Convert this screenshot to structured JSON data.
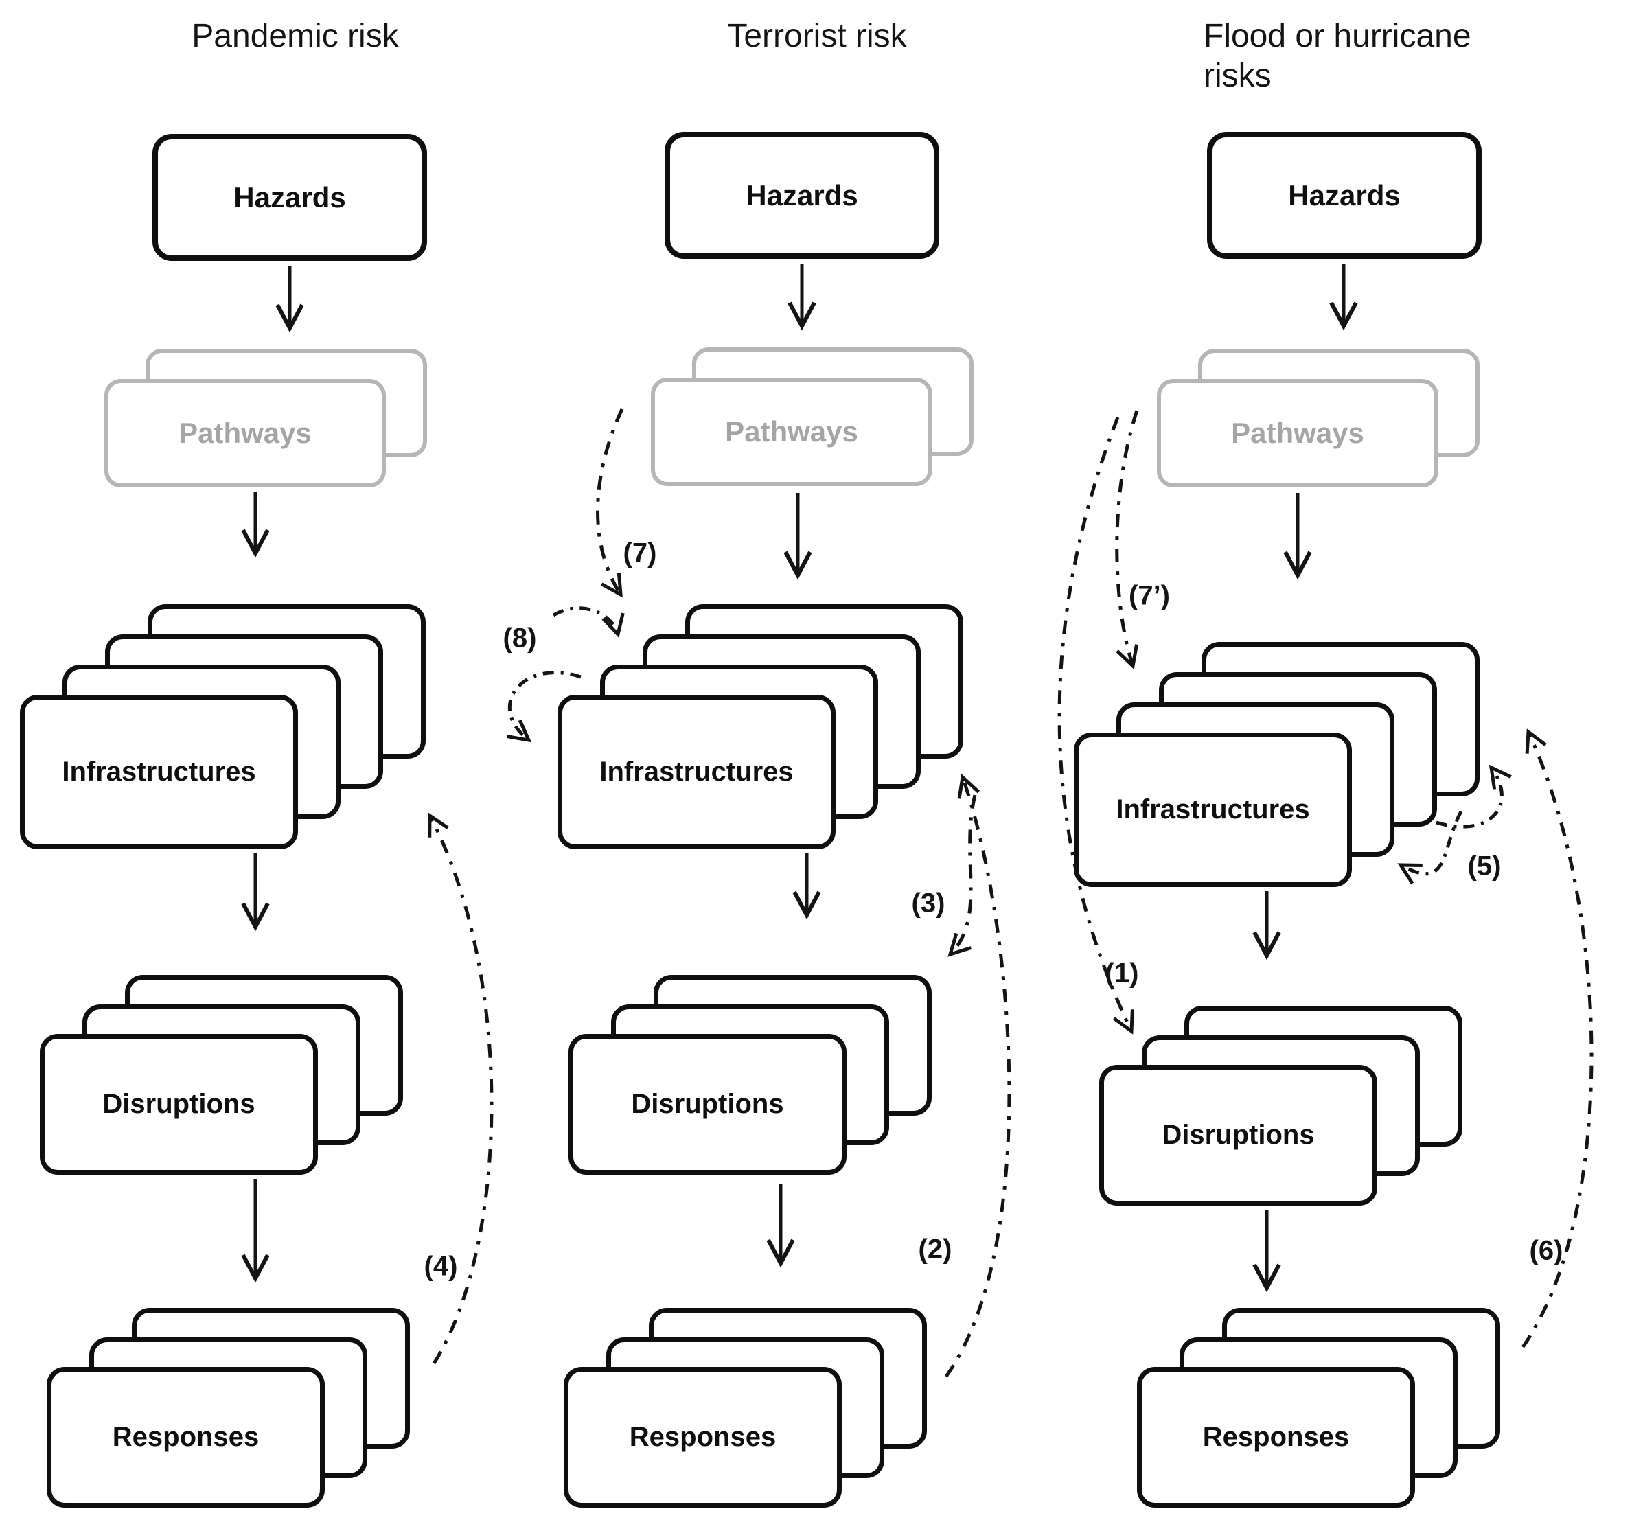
{
  "columns": [
    {
      "title": "Pandemic risk",
      "boxes": {
        "hazards": "Hazards",
        "pathways": "Pathways",
        "infrastructures": "Infrastructures",
        "disruptions": "Disruptions",
        "responses": "Responses"
      }
    },
    {
      "title": "Terrorist risk",
      "boxes": {
        "hazards": "Hazards",
        "pathways": "Pathways",
        "infrastructures": "Infrastructures",
        "disruptions": "Disruptions",
        "responses": "Responses"
      }
    },
    {
      "title": "Flood or hurricane risks",
      "boxes": {
        "hazards": "Hazards",
        "pathways": "Pathways",
        "infrastructures": "Infrastructures",
        "disruptions": "Disruptions",
        "responses": "Responses"
      }
    }
  ],
  "flow_labels": {
    "n1": "(1)",
    "n2": "(2)",
    "n3": "(3)",
    "n4": "(4)",
    "n5": "(5)",
    "n6": "(6)",
    "n7": "(7)",
    "n7p": "(7’)",
    "n8": "(8)"
  },
  "colors": {
    "box_border": "#0f0f0f",
    "pathways_border": "#b6b6b6",
    "pathways_text": "#a5a5a5",
    "arrow": "#141414",
    "background": "#ffffff"
  }
}
